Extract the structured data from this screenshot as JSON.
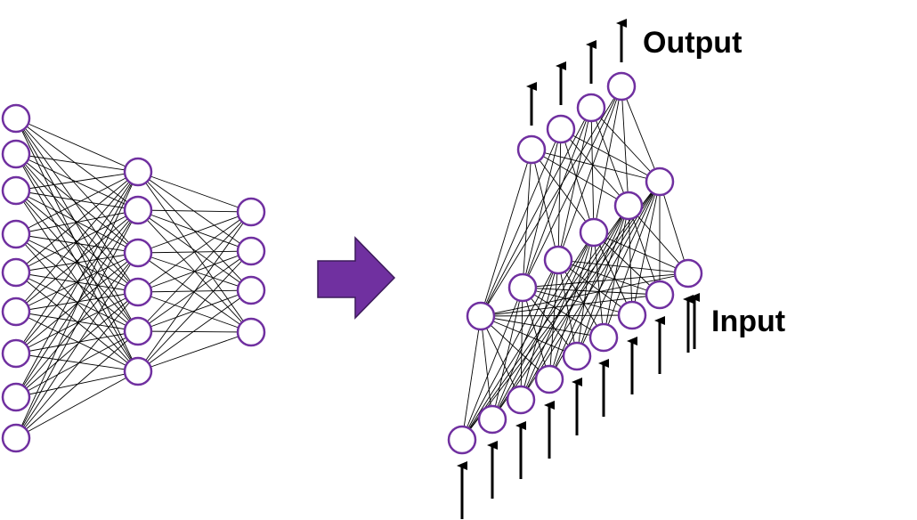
{
  "labels": {
    "output": "Output",
    "input": "Input"
  },
  "colors": {
    "node_stroke": "#7030a0",
    "node_fill": "#ffffff",
    "edge": "#000000",
    "arrow": "#000000",
    "transform_arrow": "#7030a0",
    "transform_arrow_stroke": "#3c1a5b",
    "text": "#000000"
  },
  "icons": {
    "transform": "right-arrow-icon"
  },
  "networks": {
    "left": {
      "description_layers": [
        9,
        6,
        4
      ],
      "connectivity": "fully-connected"
    },
    "right": {
      "layers": [
        "input",
        "hidden",
        "output"
      ],
      "nodes_per_layer": [
        9,
        6,
        4
      ],
      "connectivity": "fully-connected"
    }
  }
}
